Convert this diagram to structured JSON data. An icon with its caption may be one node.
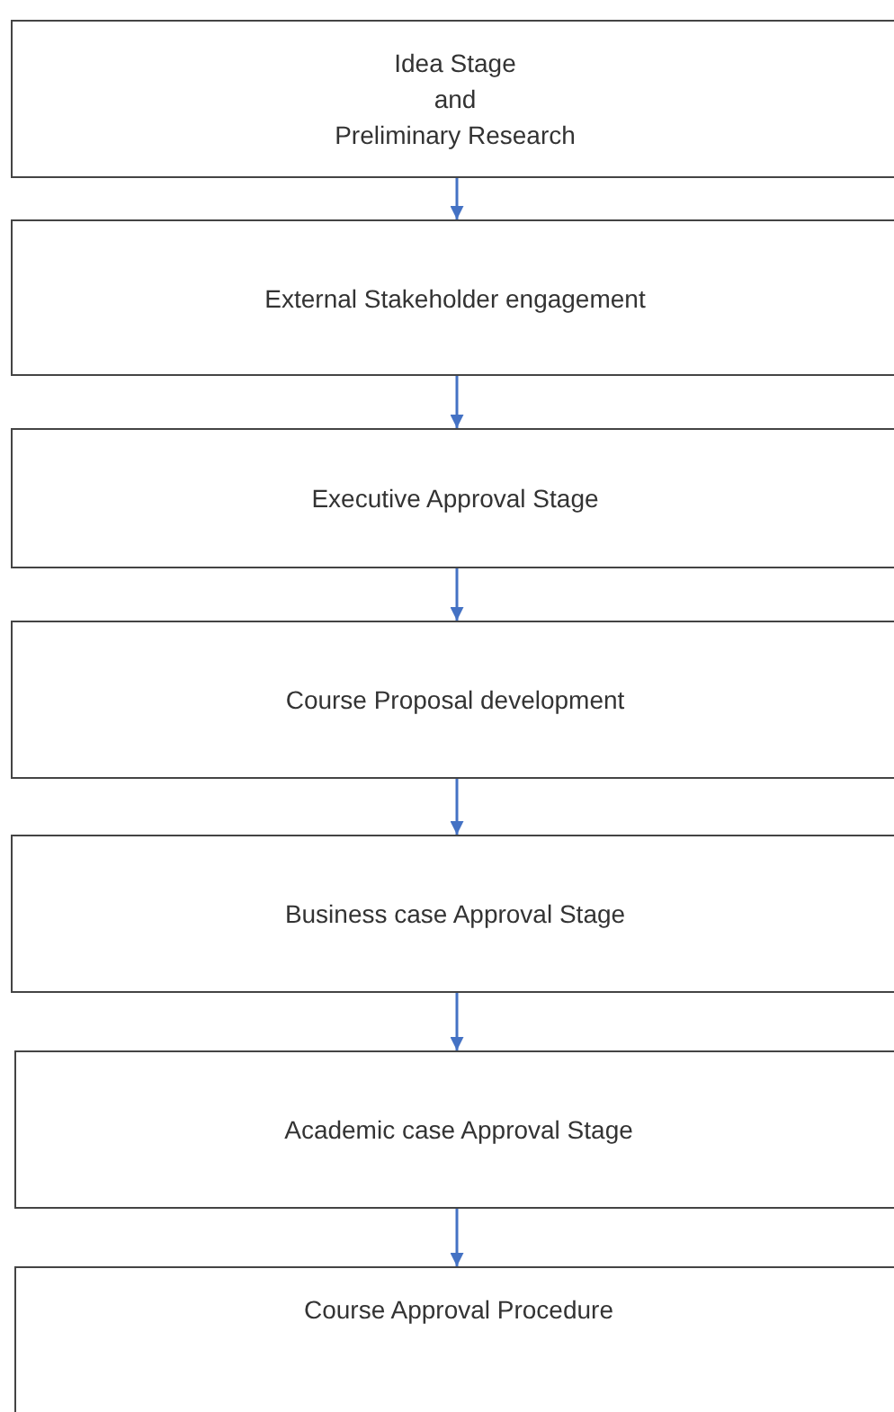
{
  "diagram": {
    "nodes": [
      {
        "text": [
          "Idea Stage",
          "and",
          "Preliminary Research"
        ]
      },
      {
        "text": [
          "External Stakeholder engagement"
        ]
      },
      {
        "text": [
          "Executive Approval Stage"
        ]
      },
      {
        "text": [
          "Course Proposal development"
        ]
      },
      {
        "text": [
          "Business case Approval Stage"
        ]
      },
      {
        "text": [
          "Academic case Approval Stage"
        ]
      },
      {
        "text": [
          "Course Approval Procedure"
        ]
      }
    ],
    "edges": [
      {
        "from": 0,
        "to": 1,
        "arrow": "to"
      },
      {
        "from": 1,
        "to": 2,
        "arrow": "to"
      },
      {
        "from": 2,
        "to": 3,
        "arrow": "to"
      },
      {
        "from": 3,
        "to": 4,
        "arrow": "to"
      },
      {
        "from": 4,
        "to": 5,
        "arrow": "to"
      },
      {
        "from": 5,
        "to": 6,
        "arrow": "to"
      }
    ]
  }
}
